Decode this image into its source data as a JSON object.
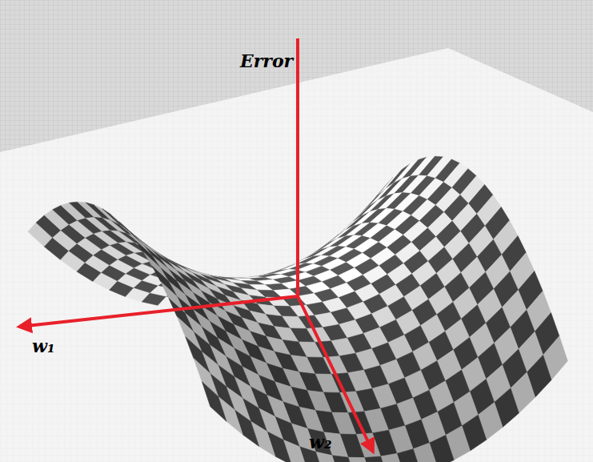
{
  "diagram": {
    "labels": [
      "Error",
      "w₁",
      "w₂"
    ]
  }
}
